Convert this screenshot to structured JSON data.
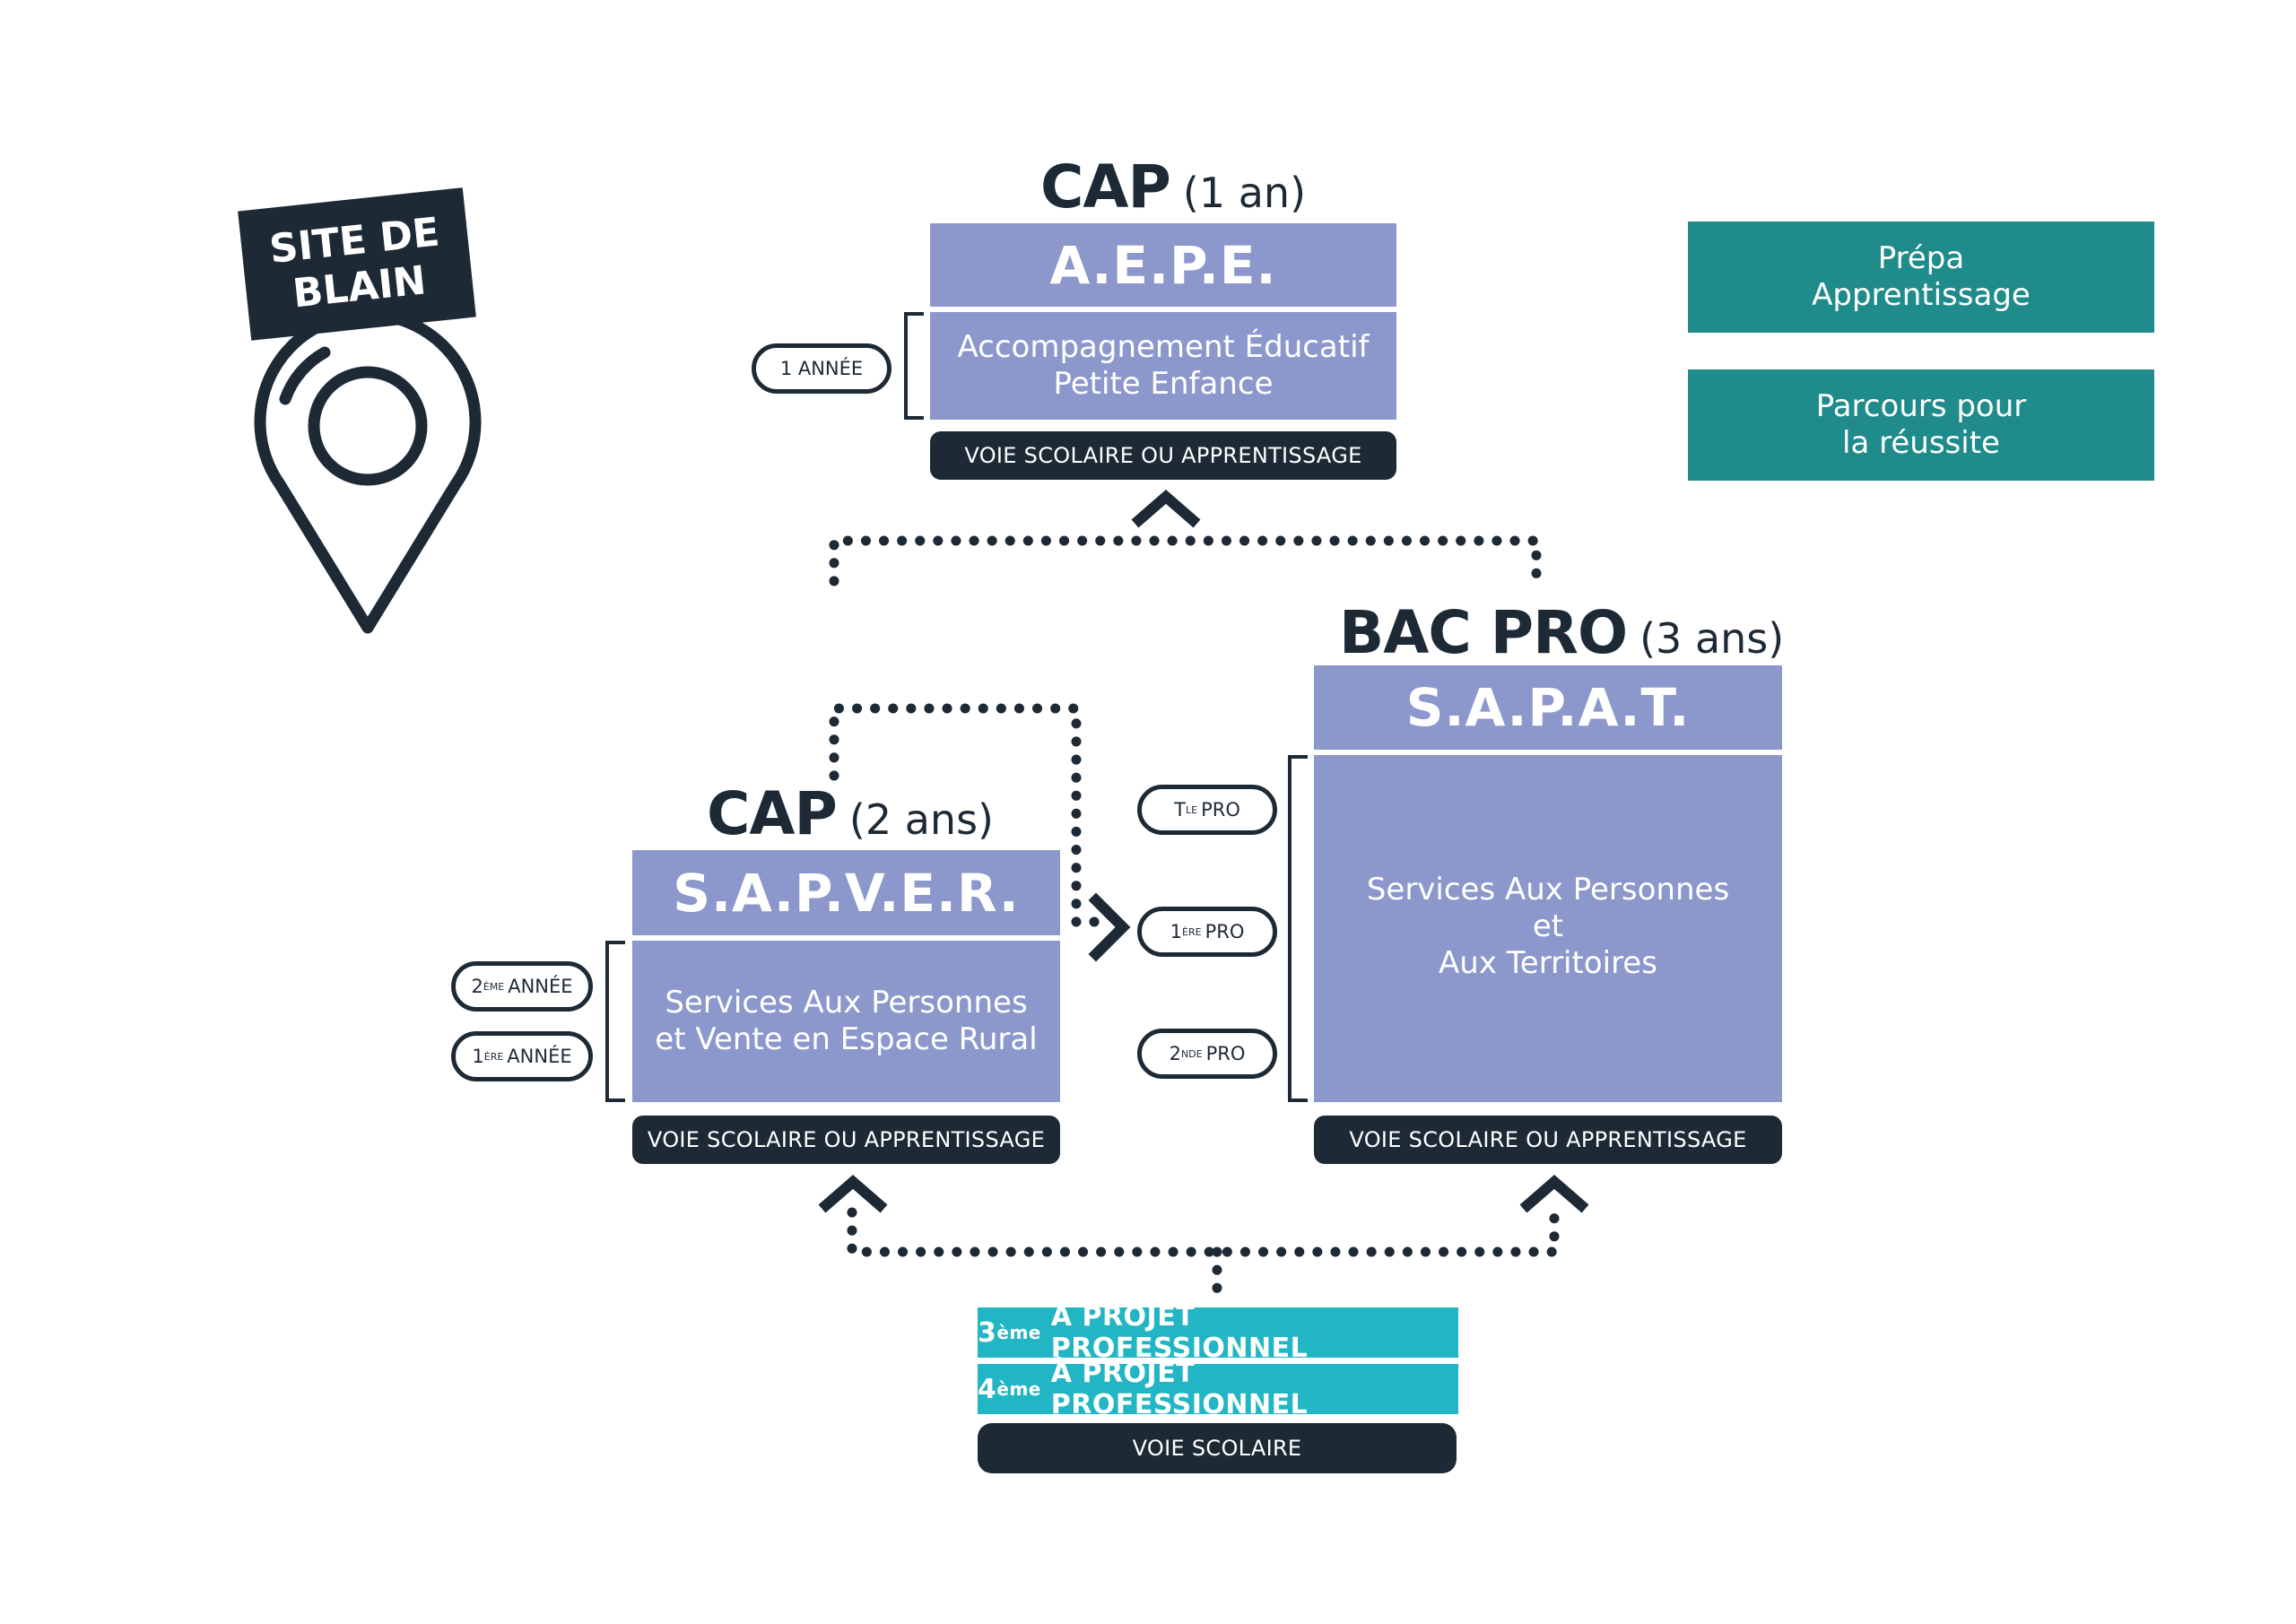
{
  "site_label": {
    "line1": "SITE DE",
    "line2": "BLAIN"
  },
  "cap_1an": {
    "title": "CAP",
    "duration": "(1 an)",
    "acronym": "A.E.P.E.",
    "name_line1": "Accompagnement Éducatif",
    "name_line2": "Petite Enfance",
    "voie": "VOIE SCOLAIRE OU APPRENTISSAGE",
    "pill": "1 ANNÉE"
  },
  "side_buttons": [
    {
      "line1": "Prépa",
      "line2": "Apprentissage"
    },
    {
      "line1": "Parcours pour",
      "line2": "la réussite"
    }
  ],
  "cap_2ans": {
    "title": "CAP",
    "duration": "(2 ans)",
    "acronym": "S.A.P.V.E.R.",
    "name_line1": "Services Aux Personnes",
    "name_line2": "et Vente en Espace Rural",
    "voie": "VOIE SCOLAIRE OU APPRENTISSAGE",
    "pills": [
      {
        "num": "2",
        "sup": "ÈME",
        "label": "ANNÉE"
      },
      {
        "num": "1",
        "sup": "ÈRE",
        "label": "ANNÉE"
      }
    ]
  },
  "bac_pro": {
    "title": "BAC PRO",
    "duration": "(3 ans)",
    "acronym": "S.A.P.A.T.",
    "name_line1": "Services Aux Personnes",
    "name_line2": "et",
    "name_line3": "Aux Territoires",
    "voie": "VOIE SCOLAIRE OU APPRENTISSAGE",
    "pills": [
      {
        "num": "T",
        "sup": "LE",
        "label": "PRO"
      },
      {
        "num": "1",
        "sup": "ÈRE",
        "label": "PRO"
      },
      {
        "num": "2",
        "sup": "NDE",
        "label": "PRO"
      }
    ]
  },
  "entry": {
    "items": [
      {
        "num": "3",
        "sup": "ème",
        "label": "À PROJET PROFESSIONNEL"
      },
      {
        "num": "4",
        "sup": "ème",
        "label": "À PROJET PROFESSIONNEL"
      }
    ],
    "voie": "VOIE SCOLAIRE"
  },
  "colors": {
    "dark": "#1d2a36",
    "lavender": "#8c98cc",
    "teal": "#1f8b8a",
    "cyan": "#22b5c4"
  },
  "icons": [
    "map-pin-icon",
    "chevron-up-icon",
    "chevron-right-icon"
  ]
}
